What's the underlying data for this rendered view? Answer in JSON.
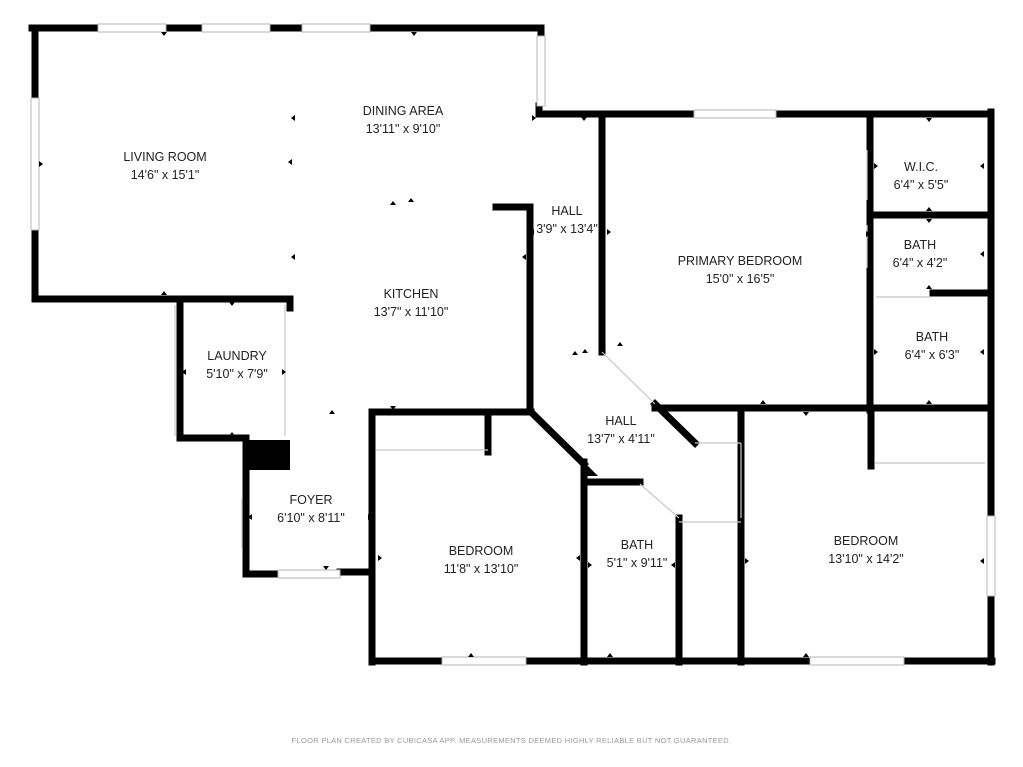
{
  "rooms": {
    "living_room": {
      "name": "LIVING ROOM",
      "dims": "14'6\" x 15'1\""
    },
    "dining_area": {
      "name": "DINING AREA",
      "dims": "13'11\" x 9'10\""
    },
    "hall_upper": {
      "name": "HALL",
      "dims": "3'9\" x 13'4\""
    },
    "primary_bedroom": {
      "name": "PRIMARY BEDROOM",
      "dims": "15'0\" x 16'5\""
    },
    "wic": {
      "name": "W.I.C.",
      "dims": "6'4\" x 5'5\""
    },
    "bath_small": {
      "name": "BATH",
      "dims": "6'4\" x 4'2\""
    },
    "bath_primary": {
      "name": "BATH",
      "dims": "6'4\" x 6'3\""
    },
    "kitchen": {
      "name": "KITCHEN",
      "dims": "13'7\" x 11'10\""
    },
    "laundry": {
      "name": "LAUNDRY",
      "dims": "5'10\" x 7'9\""
    },
    "hall_lower": {
      "name": "HALL",
      "dims": "13'7\" x 4'11\""
    },
    "foyer": {
      "name": "FOYER",
      "dims": "6'10\" x 8'11\""
    },
    "bedroom_left": {
      "name": "BEDROOM",
      "dims": "11'8\" x 13'10\""
    },
    "bath_hall": {
      "name": "BATH",
      "dims": "5'1\" x 9'11\""
    },
    "bedroom_right": {
      "name": "BEDROOM",
      "dims": "13'10\" x 14'2\""
    }
  },
  "footer": "FLOOR PLAN CREATED BY CUBICASA APP. MEASUREMENTS DEEMED HIGHLY RELIABLE BUT NOT GUARANTEED.",
  "colors": {
    "wall": "#000000",
    "window": "#c8c8c8",
    "text": "#222222",
    "footer": "#9a9a9a"
  }
}
